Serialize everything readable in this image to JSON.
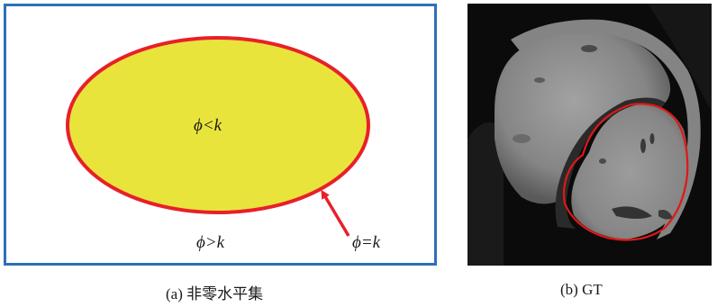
{
  "panel_a": {
    "inside_label": "ϕ<k",
    "outside_label": "ϕ>k",
    "boundary_label": "ϕ=k",
    "caption": "(a)  非零水平集",
    "colors": {
      "frame": "#2f6fb9",
      "region_fill": "#e8e43c",
      "contour": "#e8202a"
    }
  },
  "panel_b": {
    "caption": "(b) GT",
    "colors": {
      "contour": "#e01818"
    }
  }
}
